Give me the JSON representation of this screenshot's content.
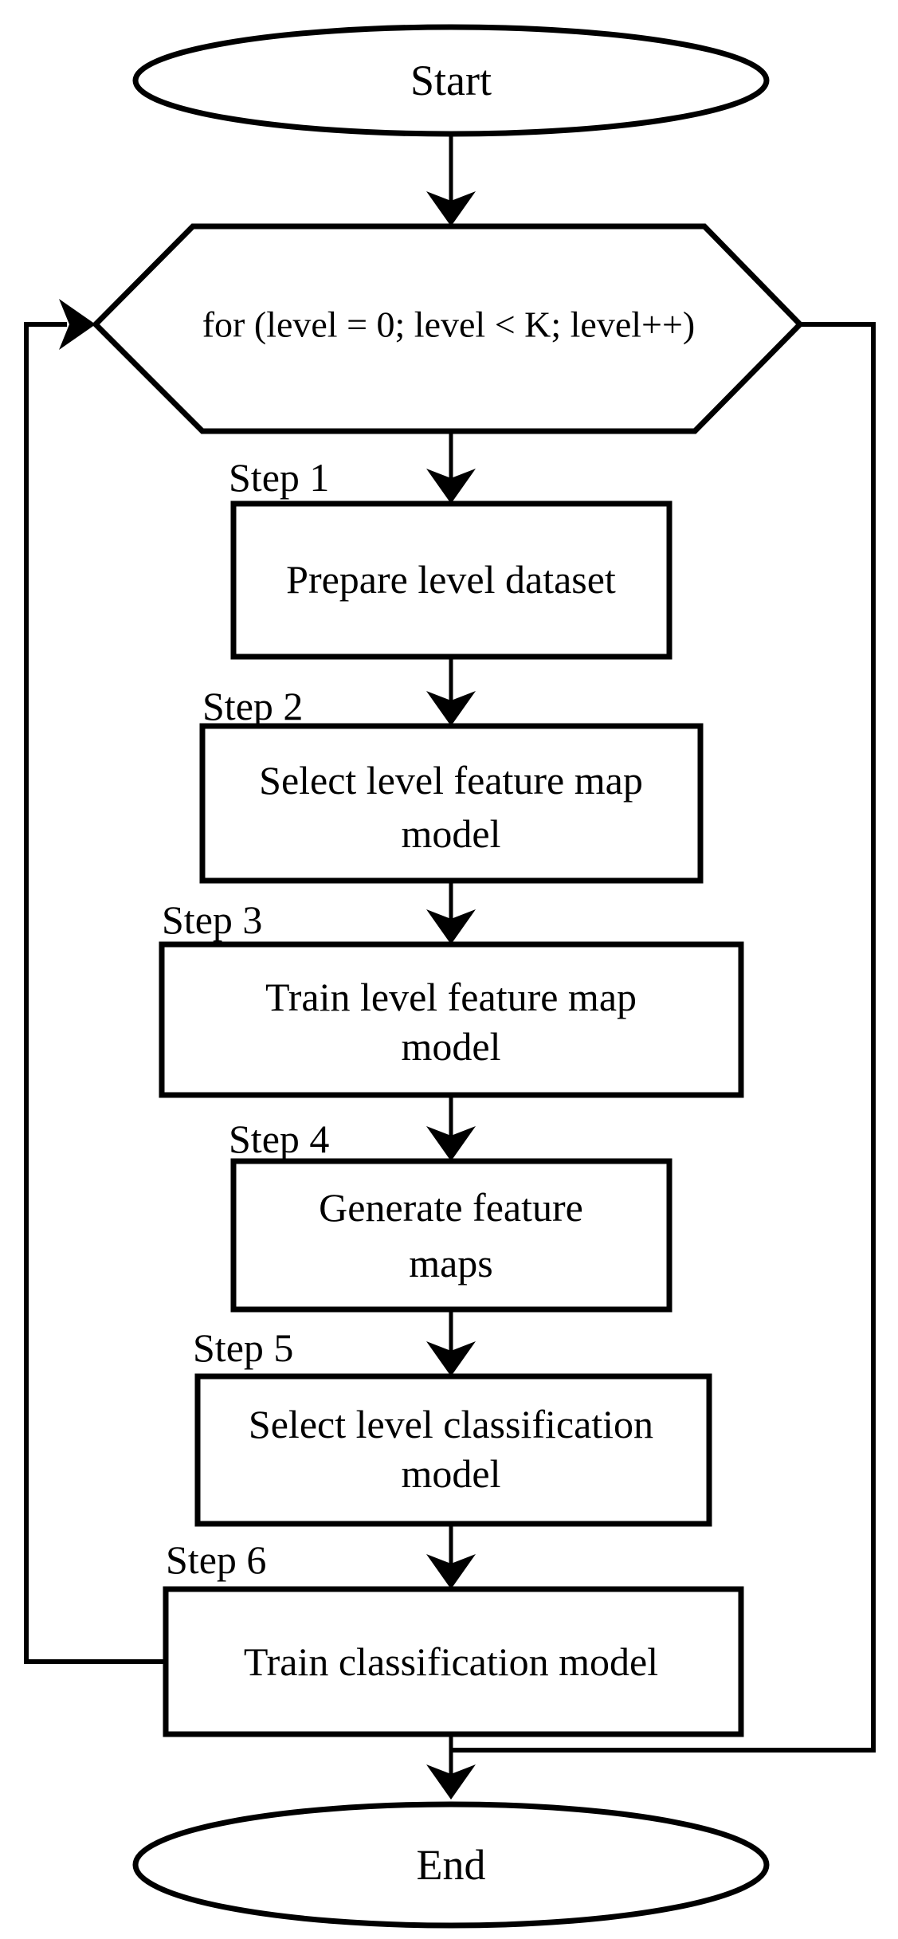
{
  "flowchart": {
    "start": {
      "label": "Start"
    },
    "loop": {
      "condition": "for (level = 0; level < K; level++)"
    },
    "steps": [
      {
        "label": "Step 1",
        "lines": [
          "Prepare level dataset",
          ""
        ]
      },
      {
        "label": "Step 2",
        "lines": [
          "Select level feature map",
          "model"
        ]
      },
      {
        "label": "Step 3",
        "lines": [
          "Train level feature map",
          "model"
        ]
      },
      {
        "label": "Step 4",
        "lines": [
          "Generate feature",
          "maps"
        ]
      },
      {
        "label": "Step 5",
        "lines": [
          "Select level classification",
          "model"
        ]
      },
      {
        "label": "Step 6",
        "lines": [
          "Train classification model",
          ""
        ]
      }
    ],
    "end": {
      "label": "End"
    },
    "colors": {
      "stroke": "#000000",
      "background": "#ffffff",
      "text": "#000000"
    }
  }
}
